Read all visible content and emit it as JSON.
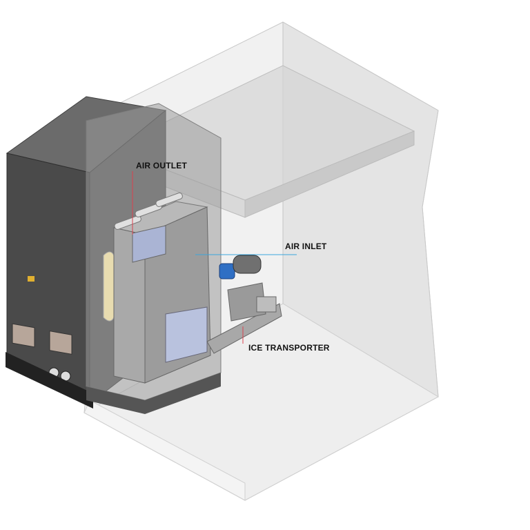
{
  "labels": {
    "air_outlet": "AIR OUTLET",
    "air_inlet": "AIR INLET",
    "ice_transporter": "ICE TRANSPORTER"
  },
  "colors": {
    "outlet_leader": "#d9434f",
    "inlet_leader": "#3aa6dd",
    "transporter_leader": "#d9434f",
    "motor": "#2f6fc4"
  }
}
